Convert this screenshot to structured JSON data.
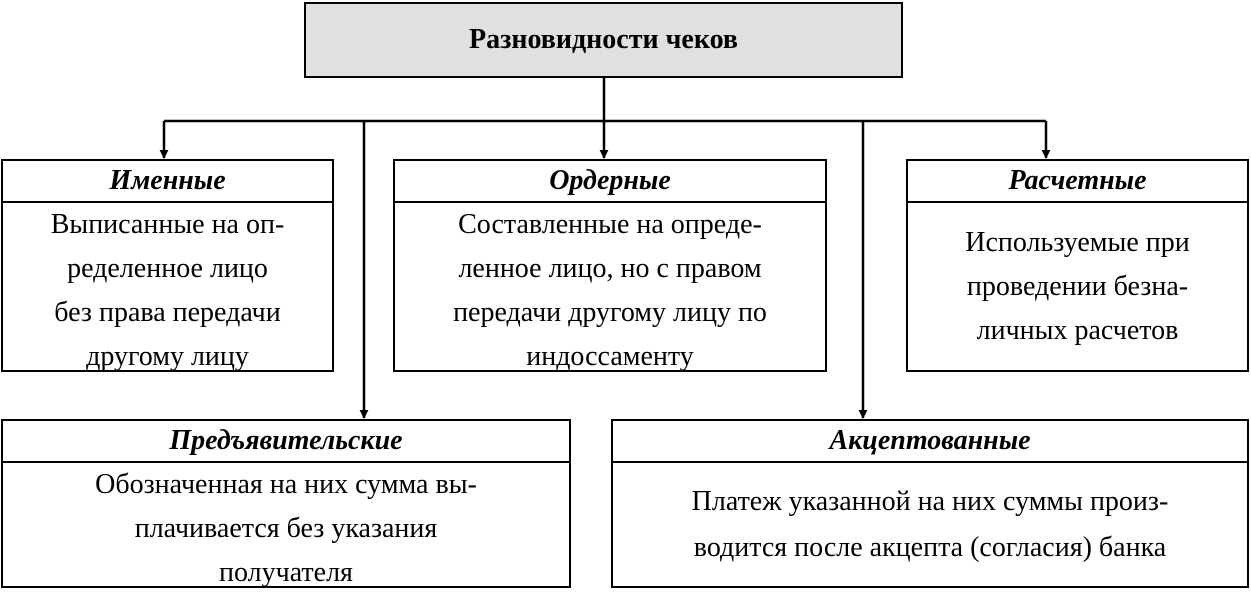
{
  "title": "Разновидности чеков",
  "types": [
    {
      "name": "Именные",
      "lines": [
        "Выписанные на оп-",
        "ределенное лицо",
        "без права передачи",
        "другому лицу"
      ]
    },
    {
      "name": "Ордерные",
      "lines": [
        "Составленные на опреде-",
        "ленное лицо, но с правом",
        "передачи другому лицу по",
        "индоссаменту"
      ]
    },
    {
      "name": "Расчетные",
      "lines": [
        "Используемые при",
        "проведении безна-",
        "личных расчетов"
      ]
    },
    {
      "name": "Предъявительские",
      "lines": [
        "Обозначенная на них сумма вы-",
        "плачивается без указания",
        "получателя"
      ]
    },
    {
      "name": "Акцептованные",
      "lines": [
        "Платеж указанной на них суммы произ-",
        "водится после акцепта (согласия) банка"
      ]
    }
  ]
}
